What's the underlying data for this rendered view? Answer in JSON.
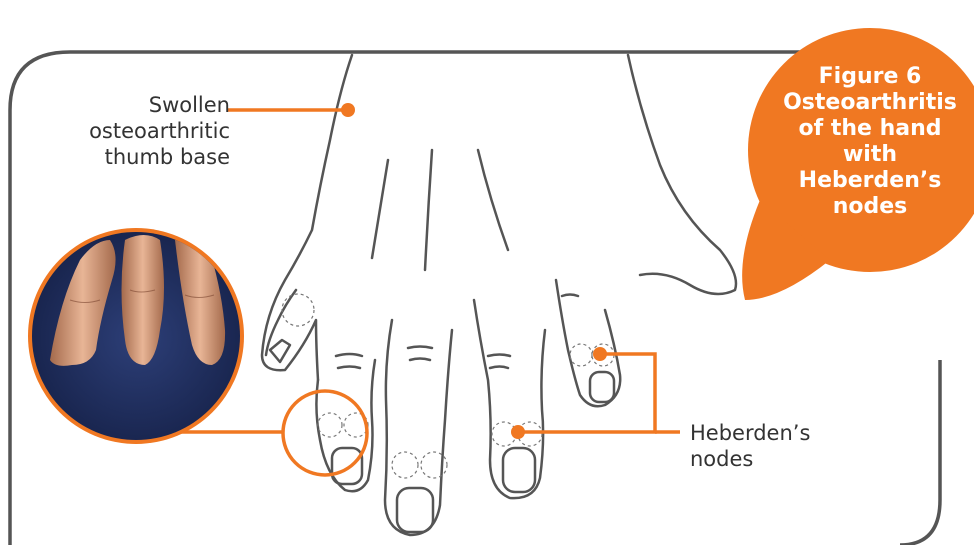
{
  "figure": {
    "number": "Figure 6",
    "title_lines": [
      "Osteoarthritis",
      "of the hand",
      "with Heberden’s",
      "nodes"
    ]
  },
  "labels": {
    "swollen": [
      "Swollen",
      "osteoarthritic",
      "thumb base"
    ],
    "heberden": [
      "Heberden’s",
      "nodes"
    ]
  },
  "colors": {
    "accent": "#F07822",
    "outline": "#555555",
    "label_text": "#333333",
    "title_text": "#ffffff"
  }
}
